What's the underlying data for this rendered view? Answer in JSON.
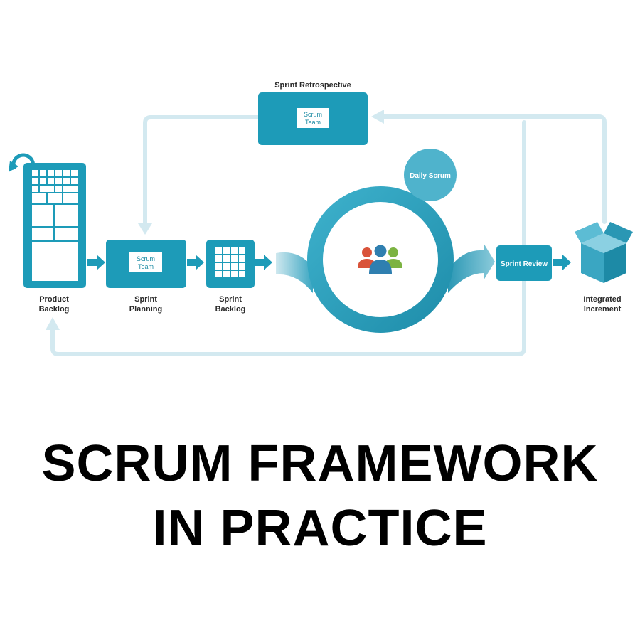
{
  "diagram": {
    "sprint_retrospective": {
      "label": "Sprint Retrospective",
      "inner": [
        "Scrum",
        "Team"
      ]
    },
    "product_backlog": {
      "label": [
        "Product",
        "Backlog"
      ]
    },
    "sprint_planning": {
      "label": [
        "Sprint",
        "Planning"
      ],
      "inner": [
        "Scrum",
        "Team"
      ]
    },
    "sprint_backlog": {
      "label": [
        "Sprint",
        "Backlog"
      ]
    },
    "daily_scrum": {
      "label": "Daily Scrum"
    },
    "sprint_review": {
      "label": "Sprint Review"
    },
    "integrated_increment": {
      "label": [
        "Integrated",
        "Increment"
      ]
    }
  },
  "title": {
    "line1": "SCRUM FRAMEWORK",
    "line2": "IN PRACTICE"
  },
  "colors": {
    "teal": "#1d9bb8",
    "teal_dark": "#1788a3",
    "light_line": "#d3e9f0",
    "ring": "#3aa6c2",
    "people": [
      "#d9533a",
      "#2f7fb0",
      "#7cb342"
    ]
  }
}
